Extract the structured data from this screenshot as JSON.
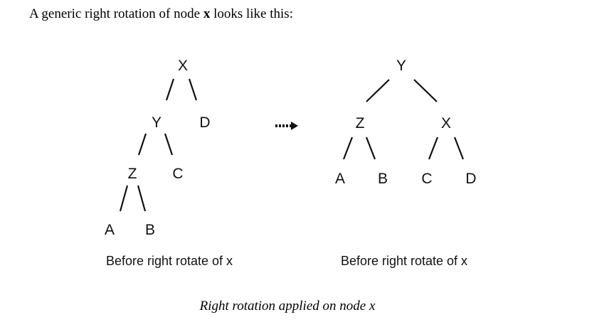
{
  "intro": {
    "text_before": "A generic right rotation of node ",
    "bold_node": "x",
    "text_after": " looks like this:"
  },
  "before_tree": {
    "nodes": {
      "x": "X",
      "y": "Y",
      "z": "Z",
      "a": "A",
      "b": "B",
      "c": "C",
      "d": "D"
    },
    "caption": "Before right rotate of x"
  },
  "after_tree": {
    "nodes": {
      "y": "Y",
      "z": "Z",
      "x": "X",
      "a": "A",
      "b": "B",
      "c": "C",
      "d": "D"
    },
    "caption": "Before right rotate of x"
  },
  "figure_caption": "Right rotation applied on node x"
}
